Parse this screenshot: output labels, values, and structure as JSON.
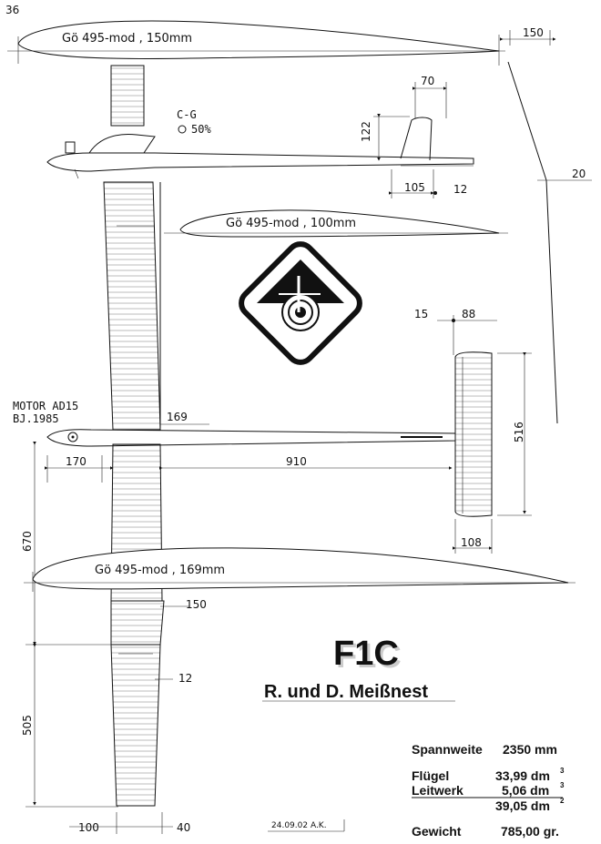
{
  "page_number": "36",
  "profiles": {
    "top": "Gö 495-mod , 150mm",
    "mid": "Gö 495-mod , 100mm",
    "bottom": "Gö 495-mod , 169mm"
  },
  "cg": {
    "label": "C-G",
    "value": "50%"
  },
  "motor": {
    "line1": "MOTOR AD15",
    "line2": "BJ.1985"
  },
  "dimensions": {
    "d150_top": "150",
    "d70": "70",
    "d122": "122",
    "d105": "105",
    "d12_fin": "12",
    "d20": "20",
    "d15": "15",
    "d88": "88",
    "d169": "169",
    "d516": "516",
    "d170": "170",
    "d910": "910",
    "d108": "108",
    "d670": "670",
    "d150_tip": "150",
    "d12_tip": "12",
    "d505": "505",
    "d100": "100",
    "d40": "40"
  },
  "title": {
    "class": "F1C",
    "authors": "R. und D. Meißnest"
  },
  "date_stamp": "24.09.02 A.K.",
  "specs": {
    "span_label": "Spannweite",
    "span_value": "2350 mm",
    "wing_label": "Flügel",
    "wing_value": "33,99 dm",
    "tail_label": "Leitwerk",
    "tail_value": "5,06 dm",
    "total_value": "39,05 dm",
    "weight_label": "Gewicht",
    "weight_value": "785,00 gr.",
    "area_exp": "3",
    "total_exp": "2"
  }
}
